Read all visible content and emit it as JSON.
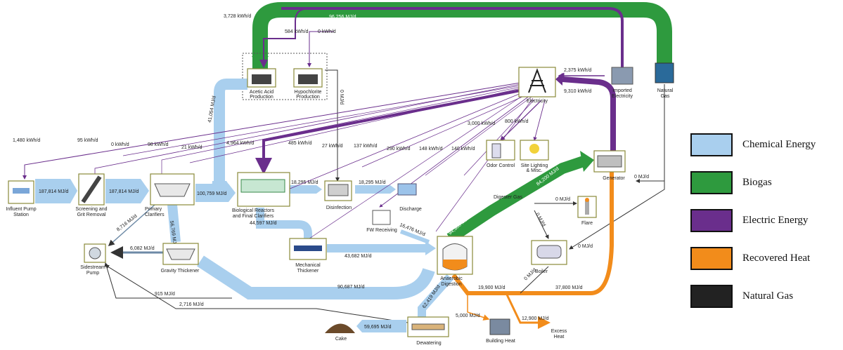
{
  "colors": {
    "chemical": "#a9cfee",
    "biogas": "#2e9a3e",
    "electric": "#6a2e8c",
    "heat": "#f28c1b",
    "gas": "#333333"
  },
  "legend": [
    {
      "label": "Chemical Energy",
      "color": "#a9cfee"
    },
    {
      "label": "Biogas",
      "color": "#2e9a3e"
    },
    {
      "label": "Electric Energy",
      "color": "#6a2e8c"
    },
    {
      "label": "Recovered Heat",
      "color": "#f28c1b"
    },
    {
      "label": "Natural Gas",
      "color": "#222222"
    }
  ],
  "nodes": {
    "influent_pump": [
      "Influent Pump",
      "Station"
    ],
    "screening": [
      "Screening and",
      "Grit Removal"
    ],
    "primary": [
      "Primary",
      "Clarifiers"
    ],
    "biological": [
      "Biological Reactors",
      "and Final Clarifiers"
    ],
    "disinfection": "Disinfection",
    "discharge": "Discharge",
    "sidestream": [
      "Sidestream",
      "Pump"
    ],
    "gravity": "Gravity Thickener",
    "mechanical": [
      "Mechanical",
      "Thickener"
    ],
    "fw_receiving": "FW Receiving",
    "anaerobic": [
      "Anaerobic",
      "Digestion"
    ],
    "dewatering": "Dewatering",
    "cake": "Cake",
    "building_heat": "Building Heat",
    "excess_heat": [
      "Excess",
      "Heat"
    ],
    "acetic": [
      "Acetic Acid",
      "Production"
    ],
    "hypochlorite": [
      "Hypochlorite",
      "Production"
    ],
    "electricity": "Electricity",
    "imported": [
      "Imported",
      "Electricity"
    ],
    "natural_gas": [
      "Natural",
      "Gas"
    ],
    "odor": "Odor Control",
    "site_lighting": [
      "Site Lighting",
      "& Misc."
    ],
    "generator": "Generator",
    "flare": "Flare",
    "boiler": "Boiler",
    "digester_gas": "Digester Gas"
  },
  "flows": {
    "top_biogas": "96,256 MJ/d",
    "top_kwh": "3,728 kWh/d",
    "acetic_kwh": "584 kWh/d",
    "hypo_kwh": "0 kWh/d",
    "hypo_mj": "0 MJ/d",
    "acetic_mj": "41,054 MJ/d",
    "imported_kwh": "2,375 kWh/d",
    "generator_kwh": "9,310 kWh/d",
    "odor_kwh": "3,000 kWh/d",
    "lighting_kwh": "800 kWh/d",
    "influent_kwh": "1,480 kWh/d",
    "screening_kwh": "95 kWh/d",
    "screening_kwh2": "0 kWh/d",
    "primary_kwh": "98 kWh/d",
    "primary_kwh2": "21 kWh/d",
    "bio_kwh": "4,964 kWh/d",
    "dis_kwh": "485 kWh/d",
    "mech_kwh": "27 kWh/d",
    "fw_kwh": "137 kWh/d",
    "dew_kwh": "290 kWh/d",
    "ad_kwh": "148 kWh/d",
    "gen_kwh": "140 kWh/d",
    "influent_flow": "187,814 MJ/d",
    "screen_flow": "187,814 MJ/d",
    "primary_flow": "100,759 MJ/d",
    "bio_flow": "18,295 MJ/d",
    "dis_flow": "18,295 MJ/d",
    "bio_down": "44,597 MJ/d",
    "prim_to_gt": "56,769 MJ/d",
    "prim_to_ss": "8,716 MJ/d",
    "gt_to_ss": "6,082 MJ/d",
    "mech_to_ad": "43,682 MJ/d",
    "fw_flow": "16,476 MJ/d",
    "gt_to_ad": "90,687 MJ/d",
    "ss_915": "915 MJ/d",
    "ss_2716": "2,716 MJ/d",
    "ad_to_dew": "62,419 MJ/d",
    "dew_to_cake": "59,695 MJ/d",
    "ad_biogas": "94,368 MJ/d",
    "gen_biogas": "84,200 MJ/d",
    "flare_mj": "0 MJ/d",
    "boiler_gas": "0 MJ/d",
    "boiler_mj": "0 MJ/d",
    "gen_in": "0 MJ/d",
    "heat_19900": "19,900 MJ/d",
    "boiler_heat": "0 MJ/d",
    "heat_37800": "37,800 MJ/d",
    "building_heat": "5,000 MJ/d",
    "excess_heat": "12,900 MJ/d"
  }
}
